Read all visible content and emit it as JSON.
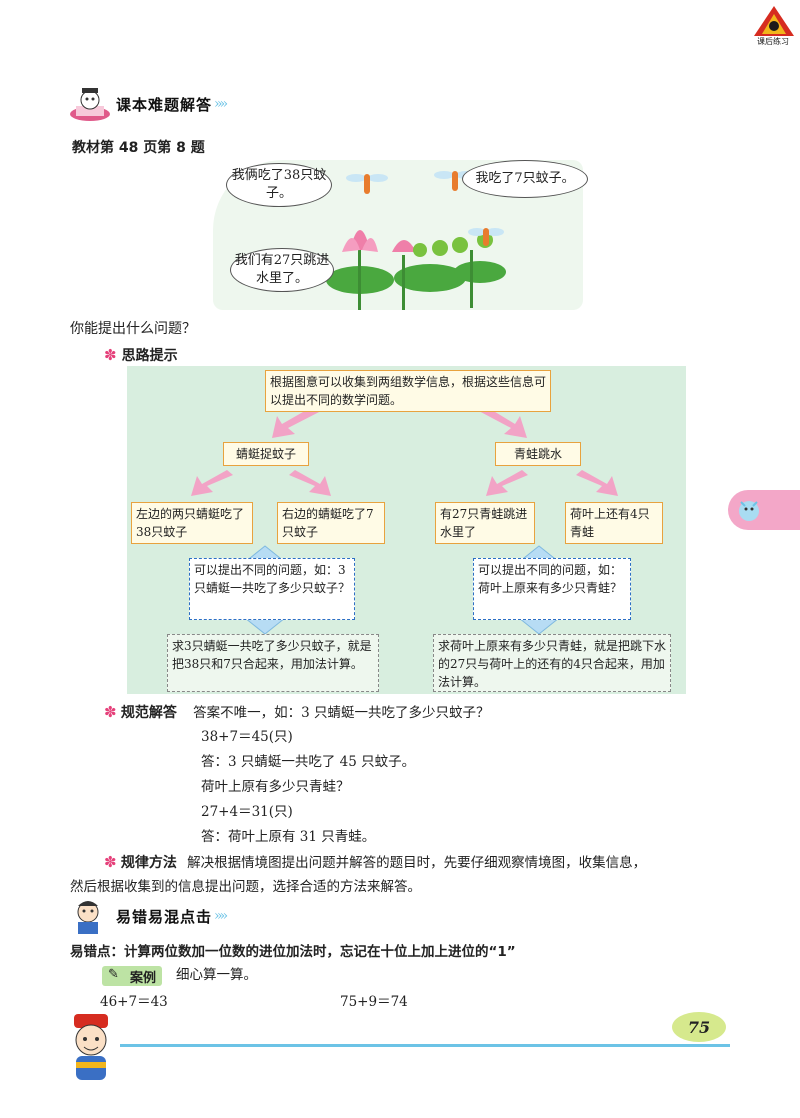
{
  "logo": {
    "text": "课后练习"
  },
  "section1": {
    "title": "课本难题解答"
  },
  "problem_ref": "教材第 48 页第 8 题",
  "bubbles": {
    "left_top": "我俩吃了38只蚊子。",
    "right_top": "我吃了7只蚊子。",
    "left_bottom": "我们有27只跳进水里了。"
  },
  "question": "你能提出什么问题？",
  "hint_title": "思路提示",
  "diagram": {
    "root": "根据图意可以收集到两组数学信息，根据这些信息可以提出不同的数学问题。",
    "left_node": "蜻蜓捉蚊子",
    "right_node": "青蛙跳水",
    "ll": "左边的两只蜻蜓吃了38只蚊子",
    "lr": "右边的蜻蜓吃了7只蚊子",
    "rl": "有27只青蛙跳进水里了",
    "rr": "荷叶上还有4只青蛙",
    "left_question": "可以提出不同的问题，如：3只蜻蜓一共吃了多少只蚊子？",
    "right_question": "可以提出不同的问题，如：荷叶上原来有多少只青蛙？",
    "left_solution": "求3只蜻蜓一共吃了多少只蚊子，就是把38只和7只合起来，用加法计算。",
    "right_solution": "求荷叶上原来有多少只青蛙，就是把跳下水的27只与荷叶上的还有的4只合起来，用加法计算。"
  },
  "answer": {
    "title": "规范解答",
    "intro": "答案不唯一，如：3 只蜻蜓一共吃了多少只蚊子？",
    "lines": [
      "38+7＝45(只)",
      "答：3 只蜻蜓一共吃了 45 只蚊子。",
      "荷叶上原有多少只青蛙？",
      "27+4＝31(只)",
      "答：荷叶上原有 31 只青蛙。"
    ]
  },
  "method": {
    "title": "规律方法",
    "text1": "解决根据情境图提出问题并解答的题目时，先要仔细观察情境图，收集信息，",
    "text2": "然后根据收集到的信息提出问题，选择合适的方法来解答。"
  },
  "section2": {
    "title": "易错易混点击"
  },
  "error_point": "易错点：计算两位数加一位数的进位加法时，忘记在十位上加上进位的“1”",
  "example": {
    "tag": "案例",
    "text": "细心算一算。",
    "calc1": "46+7＝43",
    "calc2": "75+9＝74"
  },
  "page_number": "75",
  "colors": {
    "accent_blue": "#6cc3e6",
    "pink": "#e5407a",
    "diagram_bg": "#d8eedf",
    "arrow_pink": "#f2a3c6",
    "arrow_blue": "#b7dcf4"
  }
}
